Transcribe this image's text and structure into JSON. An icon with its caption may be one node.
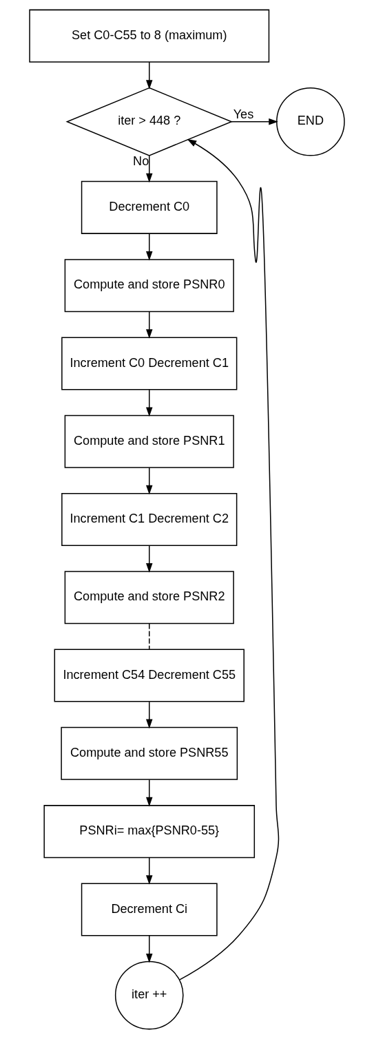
{
  "diagram": {
    "nodes": [
      {
        "text": [
          "Set C0-C55 to 8 (maximum)"
        ]
      },
      {
        "text": [
          "iter > 448 ?"
        ]
      },
      {
        "text": [
          "END"
        ]
      },
      {
        "text": [
          "Decrement C0"
        ]
      },
      {
        "text": [
          "Compute and store PSNR0"
        ]
      },
      {
        "text": [
          "Increment C0 Decrement C1"
        ]
      },
      {
        "text": [
          "Compute and store PSNR1"
        ]
      },
      {
        "text": [
          "Increment C1 Decrement C2"
        ]
      },
      {
        "text": [
          "Compute and store PSNR2"
        ]
      },
      {
        "text": [
          "Increment C54 Decrement C55"
        ]
      },
      {
        "text": [
          "Compute and store PSNR55"
        ]
      },
      {
        "text": [
          "PSNRi= max{PSNR0-55}"
        ]
      },
      {
        "text": [
          "Decrement Ci"
        ]
      },
      {
        "text": [
          "iter ++"
        ]
      }
    ],
    "edges": [
      {
        "from": 0,
        "to": 1,
        "arrow": "to"
      },
      {
        "from": 1,
        "to": 2,
        "arrow": "to",
        "label": "Yes"
      },
      {
        "from": 1,
        "to": 3,
        "arrow": "to",
        "label": "No"
      },
      {
        "from": 3,
        "to": 4,
        "arrow": "to"
      },
      {
        "from": 4,
        "to": 5,
        "arrow": "to"
      },
      {
        "from": 5,
        "to": 6,
        "arrow": "to"
      },
      {
        "from": 6,
        "to": 7,
        "arrow": "to"
      },
      {
        "from": 7,
        "to": 8,
        "arrow": "to"
      },
      {
        "from": 8,
        "to": 9,
        "arrow": "none",
        "style": "dashed"
      },
      {
        "from": 9,
        "to": 10,
        "arrow": "to"
      },
      {
        "from": 10,
        "to": 11,
        "arrow": "to"
      },
      {
        "from": 11,
        "to": 12,
        "arrow": "to"
      },
      {
        "from": 12,
        "to": 13,
        "arrow": "to"
      },
      {
        "from": 13,
        "to": 1,
        "arrow": "to"
      }
    ]
  }
}
